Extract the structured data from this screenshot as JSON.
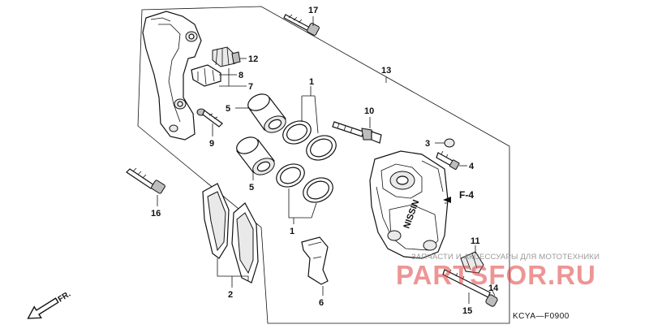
{
  "callouts": {
    "n1a": "1",
    "n1b": "1",
    "n2": "2",
    "n3": "3",
    "n4": "4",
    "n5a": "5",
    "n5b": "5",
    "n6": "6",
    "n7": "7",
    "n8": "8",
    "n9": "9",
    "n10": "10",
    "n11": "11",
    "n12": "12",
    "n13": "13",
    "n14": "14",
    "n15": "15",
    "n16": "16",
    "n17": "17"
  },
  "reference": "F-4",
  "front_indicator": "FR.",
  "caliper_marking": "NISSIN",
  "diagram_code": "KCYA—F0900",
  "watermark": {
    "top_text": "ЗАПЧАСТИ И АКСЕССУАРЫ ДЛЯ МОТОТЕХНИКИ",
    "brand_text": "PARTSFOR.RU"
  },
  "colors": {
    "line": "#111111",
    "watermark_red": "#e04040",
    "watermark_gray": "#9a9a9a"
  }
}
